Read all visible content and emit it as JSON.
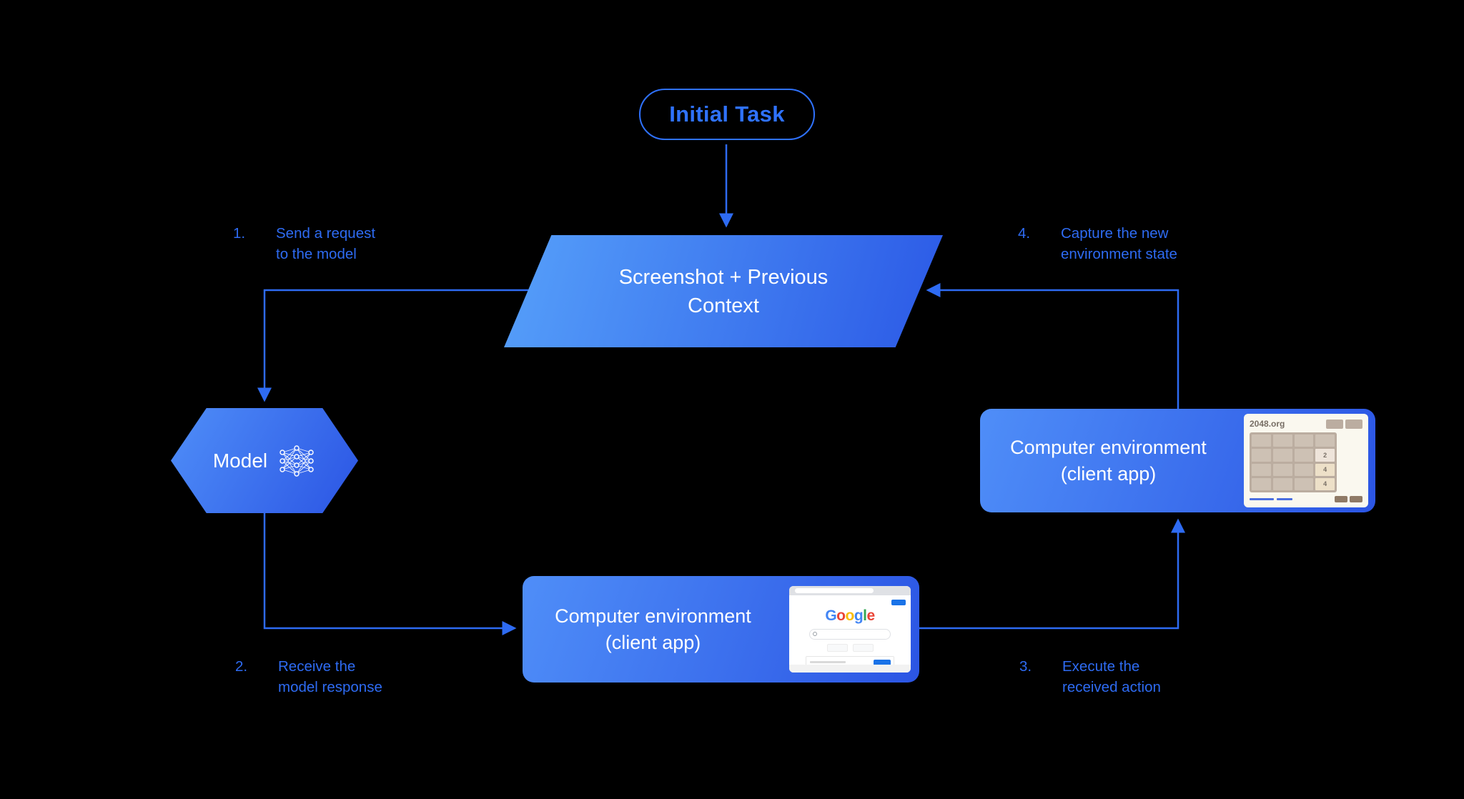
{
  "colors": {
    "background": "#000000",
    "accent": "#2e6bf2",
    "pill_blue": "#2f72ff",
    "gradient_start": "#4f8ef8",
    "gradient_end": "#2b55e4",
    "white": "#ffffff"
  },
  "nodes": {
    "initial_task": {
      "label": "Initial Task"
    },
    "screenshot_context": {
      "label": "Screenshot + Previous Context"
    },
    "model": {
      "label": "Model"
    },
    "env_client_right": {
      "line1": "Computer environment",
      "line2": "(client app)"
    },
    "env_client_bottom": {
      "line1": "Computer environment",
      "line2": "(client app)"
    }
  },
  "steps": [
    {
      "num": "1.",
      "line1": "Send a request",
      "line2": "to the model"
    },
    {
      "num": "2.",
      "line1": "Receive the",
      "line2": "model response"
    },
    {
      "num": "3.",
      "line1": "Execute the",
      "line2": "received action"
    },
    {
      "num": "4.",
      "line1": "Capture the new",
      "line2": "environment state"
    }
  ],
  "thumbnails": {
    "google": {
      "logo_letters": [
        "G",
        "o",
        "o",
        "g",
        "l",
        "e"
      ],
      "letter_colors": [
        "#4285F4",
        "#EA4335",
        "#FBBC05",
        "#4285F4",
        "#34A853",
        "#EA4335"
      ]
    },
    "game2048": {
      "title": "2048.org",
      "tiles": [
        "2",
        "4",
        "4"
      ]
    }
  }
}
